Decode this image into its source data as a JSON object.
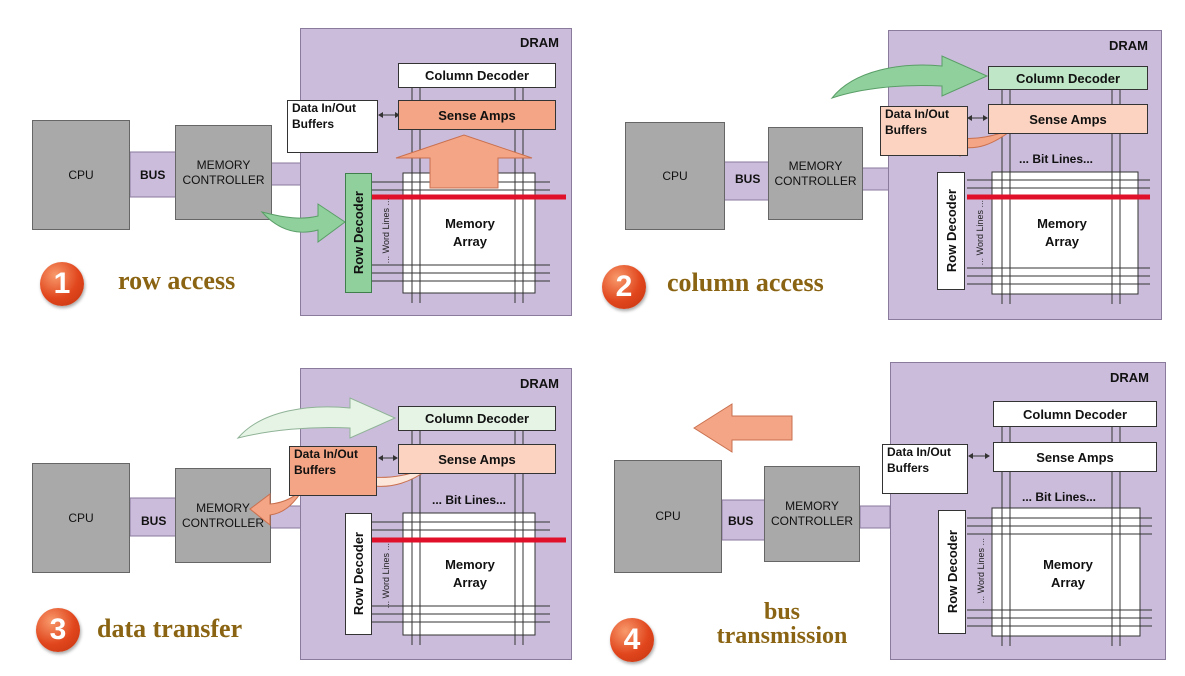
{
  "labels": {
    "cpu": "CPU",
    "bus": "BUS",
    "memctl_1": "MEMORY",
    "memctl_2": "CONTROLLER",
    "dram": "DRAM",
    "column_decoder": "Column Decoder",
    "sense_amps": "Sense Amps",
    "data_io_1": "Data In/Out",
    "data_io_2": "Buffers",
    "row_decoder": "Row Decoder",
    "word_lines": "... Word Lines ...",
    "bit_lines": "... Bit Lines...",
    "array_1": "Memory",
    "array_2": "Array"
  },
  "panels": [
    {
      "number": "1",
      "step_line1": "row access",
      "step_line2": ""
    },
    {
      "number": "2",
      "step_line1": "column access",
      "step_line2": ""
    },
    {
      "number": "3",
      "step_line1": "data transfer",
      "step_line2": ""
    },
    {
      "number": "4",
      "step_line1": "bus",
      "step_line2": "transmission"
    }
  ],
  "colors": {
    "dram_bg": "#cbbcdb",
    "component_grey": "#a9a9a9",
    "active_green": "#8fd09c",
    "active_salmon": "#f4a585",
    "light_salmon": "#fbd3c0",
    "light_green": "#e6f4e6",
    "selected_row_red": "#e0102a",
    "step_text": "#8a6412",
    "badge_orange": "#e1461d"
  }
}
